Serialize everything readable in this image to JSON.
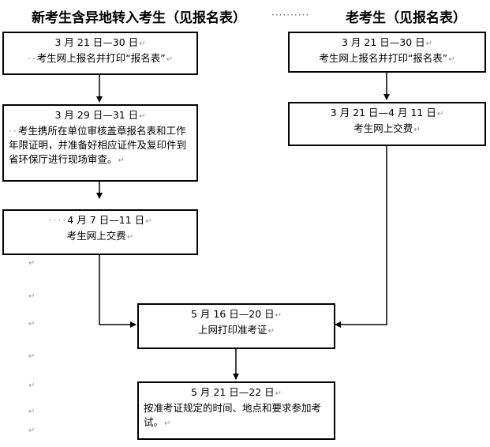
{
  "headers": {
    "new_students": "新考生含异地转入考生（见报名表）",
    "old_students": "老考生（见报名表）",
    "connector_dots": "··········"
  },
  "paragraph_mark": "↵",
  "boxes": {
    "new_register": {
      "date": "3 月 21 日—30 日",
      "text": "考生网上报名并打印“报名表”"
    },
    "new_review": {
      "date": "3 月 29 日—31 日",
      "text": "考生携所在单位审核盖章报名表和工作年限证明，并准备好相应证件及复印件到省环保厅进行现场审查。"
    },
    "new_payment": {
      "date": "4 月 7 日—11 日",
      "text": "考生网上交费"
    },
    "old_register": {
      "date": "3 月 21 日—30 日",
      "text": "考生网上报名并打印“报名表”"
    },
    "old_payment": {
      "date": "3 月 21 日—4 月 11 日",
      "text": "考生网上交费"
    },
    "print_ticket": {
      "date": "5 月 16 日—20 日",
      "text": "上网打印准考证"
    },
    "exam": {
      "date": "5 月 21 日—22 日",
      "text": "按准考证规定的时间、地点和要求参加考试。"
    }
  }
}
